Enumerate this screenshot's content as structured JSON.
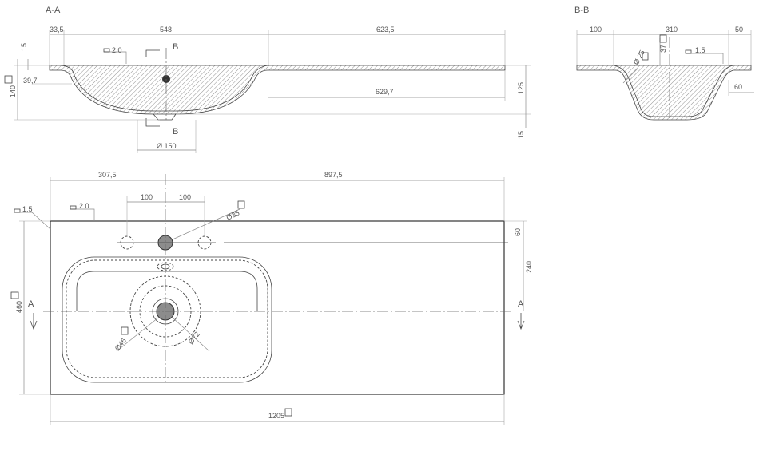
{
  "sections": {
    "aa_title": "A-A",
    "bb_title": "B-B",
    "marker_a": "A",
    "marker_b": "B"
  },
  "section_aa": {
    "dim_top_left": "33,5",
    "dim_top_mid": "548",
    "dim_top_right": "623,5",
    "dim_inner_right": "629,7",
    "dim_thickness_top": "15",
    "dim_overall_height": "140",
    "dim_rim_height": "39,7",
    "dim_bowl_depth": "125",
    "dim_bottom": "15",
    "dim_drain": "Ø 150",
    "wall_thickness": "2.0"
  },
  "section_bb": {
    "dim_left": "100",
    "dim_mid": "310",
    "dim_right": "50",
    "dim_radius": "Ø 25",
    "dim_depth": "37",
    "dim_lower": "60",
    "wall_thickness": "1.5"
  },
  "plan": {
    "dim_left": "307,5",
    "dim_right": "897,5",
    "dim_hole_left": "100",
    "dim_hole_right": "100",
    "dim_tap_hole": "Ø35",
    "dim_edge": "1.5",
    "wall_thickness": "2.0",
    "dim_top_offset": "60",
    "dim_bowl_height": "240",
    "dim_width": "460",
    "dim_length": "1205",
    "dim_drain_inner": "Ø46",
    "dim_drain_outer": "Ø72"
  },
  "colors": {
    "line": "#333333",
    "dimension": "#8a8a8a",
    "hole_fill": "#8c8c8c"
  }
}
